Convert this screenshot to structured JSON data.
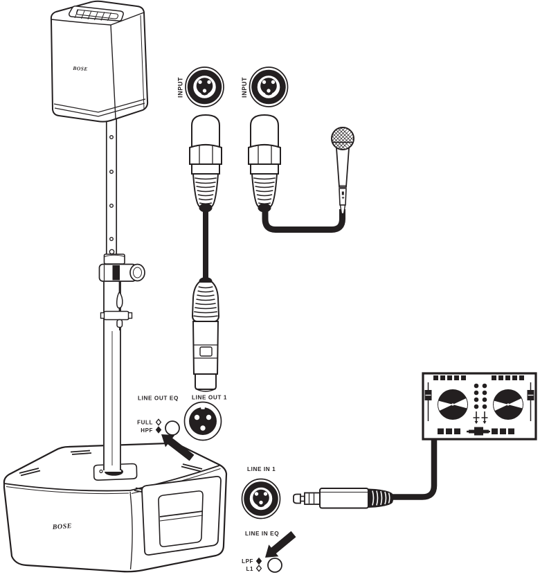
{
  "diagram": {
    "colors": {
      "ink": "#231f20",
      "paper": "#ffffff"
    },
    "speaker": {
      "brand": "BOSE"
    },
    "subwoofer": {
      "brand": "BOSE"
    },
    "inputs": {
      "jack1_label": "INPUT",
      "jack2_label": "INPUT"
    },
    "line_out": {
      "eq_title": "LINE OUT EQ",
      "jack_label": "LINE OUT 1",
      "leds": [
        {
          "label": "FULL",
          "state": "off",
          "fill": "#ffffff"
        },
        {
          "label": "HPF",
          "state": "on",
          "fill": "#231f20"
        }
      ]
    },
    "line_in": {
      "jack_label": "LINE IN 1",
      "eq_title": "LINE IN EQ",
      "leds": [
        {
          "label": "LPF",
          "state": "on",
          "fill": "#231f20"
        },
        {
          "label": "L1",
          "state": "off",
          "fill": "#ffffff"
        }
      ]
    }
  }
}
